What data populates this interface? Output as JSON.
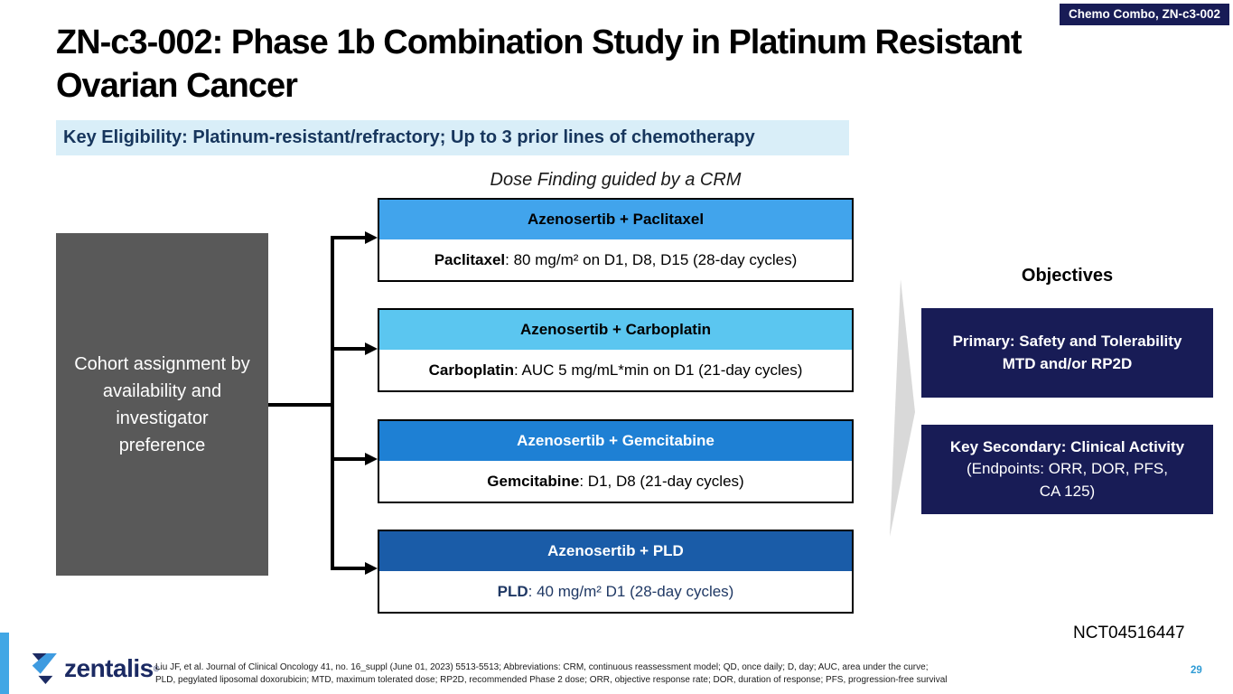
{
  "badge": {
    "label": "Chemo Combo, ZN-c3-002"
  },
  "title": "ZN-c3-002: Phase 1b Combination Study in Platinum Resistant Ovarian Cancer",
  "eligibility": "Key Eligibility: Platinum-resistant/refractory; Up to 3 prior lines of chemotherapy",
  "crm_caption": "Dose Finding guided by a CRM",
  "cohort_box": "Cohort assignment by availability and investigator preference",
  "arms": [
    {
      "header": "Azenosertib + Paclitaxel",
      "drug": "Paclitaxel",
      "detail": ": 80 mg/m² on D1, D8, D15 (28-day cycles)",
      "header_bg": "#41a4ec",
      "header_text": "#000000",
      "body_text": "#000000"
    },
    {
      "header": "Azenosertib + Carboplatin",
      "drug": "Carboplatin",
      "detail": ": AUC 5 mg/mL*min on D1 (21-day cycles)",
      "header_bg": "#5bc6f0",
      "header_text": "#000000",
      "body_text": "#000000"
    },
    {
      "header": "Azenosertib + Gemcitabine",
      "drug": "Gemcitabine",
      "detail": ": D1, D8 (21-day cycles)",
      "header_bg": "#1e80d4",
      "header_text": "#ffffff",
      "body_text": "#000000"
    },
    {
      "header": "Azenosertib + PLD",
      "drug": "PLD",
      "detail": ": 40 mg/m² D1 (28-day cycles)",
      "header_bg": "#1a5ca8",
      "header_text": "#ffffff",
      "body_text": "#1f3864"
    }
  ],
  "objectives": {
    "heading": "Objectives",
    "primary": {
      "line1": "Primary: Safety and Tolerability",
      "line2": "MTD and/or RP2D"
    },
    "secondary": {
      "line1": "Key Secondary: Clinical Activity",
      "line2": "(Endpoints: ORR, DOR, PFS,\nCA 125)"
    }
  },
  "nct_number": "NCT04516447",
  "footer": {
    "logo_text": "zentalis",
    "logo_tm": "®",
    "citation_line1": "Liu JF, et al. Journal of Clinical Oncology 41, no. 16_suppl (June 01, 2023) 5513-5513; Abbreviations: CRM, continuous reassessment model; QD, once daily; D, day; AUC, area under the curve;",
    "citation_line2": "PLD, pegylated liposomal doxorubicin; MTD, maximum tolerated dose; RP2D, recommended Phase 2 dose; ORR, objective response rate; DOR, duration of response; PFS, progression-free survival",
    "page_number": "29"
  },
  "colors": {
    "navy": "#181c56",
    "eligibility_bg": "#d9eef8",
    "eligibility_text": "#17365d",
    "cohort_gray": "#595959",
    "big_arrow_gray": "#d9d9d9",
    "footer_accent_blue": "#41a7e5",
    "page_number_blue": "#2e9bd5",
    "logo_navy": "#1b2a63",
    "logo_blue": "#3e9be0"
  }
}
